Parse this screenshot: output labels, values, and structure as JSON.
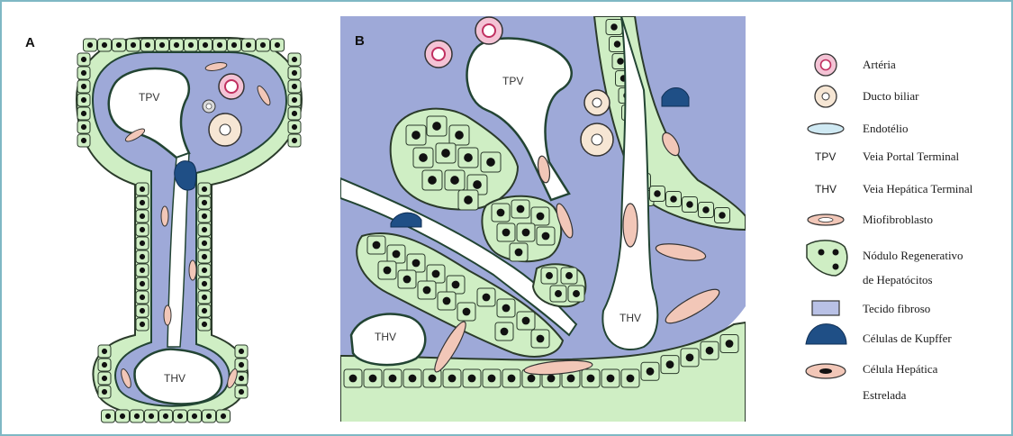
{
  "panels": {
    "a": {
      "letter": "A",
      "tpv_label": "TPV",
      "thv_label": "THV"
    },
    "b": {
      "letter": "B",
      "tpv_label": "TPV",
      "thv_label_1": "THV",
      "thv_label_2": "THV"
    }
  },
  "legend": {
    "items": [
      {
        "key": "arteria",
        "label": "Artéria",
        "icon": "artery-icon"
      },
      {
        "key": "ducto",
        "label": "Ducto biliar",
        "icon": "bile-duct-icon"
      },
      {
        "key": "endotelio",
        "label": "Endotélio",
        "icon": "endothelium-icon"
      },
      {
        "key": "tpv",
        "abbr": "TPV",
        "label": "Veia Portal Terminal"
      },
      {
        "key": "thv",
        "abbr": "THV",
        "label": "Veia Hepática Terminal"
      },
      {
        "key": "miofibroblasto",
        "label": "Miofibroblasto",
        "icon": "myofibroblast-icon"
      },
      {
        "key": "nodulo",
        "label_line1": "Nódulo Regenerativo",
        "label_line2": "de Hepatócitos",
        "icon": "regenerative-nodule-icon"
      },
      {
        "key": "tecido",
        "label": "Tecido fibroso",
        "icon": "fibrous-tissue-icon"
      },
      {
        "key": "kupffer",
        "label": "Células de Kupffer",
        "icon": "kupffer-cell-icon"
      },
      {
        "key": "estrelada",
        "label_line1": "Célula Hepática",
        "label_line2": "Estrelada",
        "icon": "stellate-cell-icon"
      }
    ]
  },
  "colors": {
    "hepatocyte": "#cfeec4",
    "fibrous": "#9ea9d8",
    "endothelium": "#cfe9f3",
    "kupffer": "#1f4f86",
    "myofibroblast": "#f2c7b8",
    "artery": "#f4c3d5",
    "frame": "#7fb8c4"
  }
}
